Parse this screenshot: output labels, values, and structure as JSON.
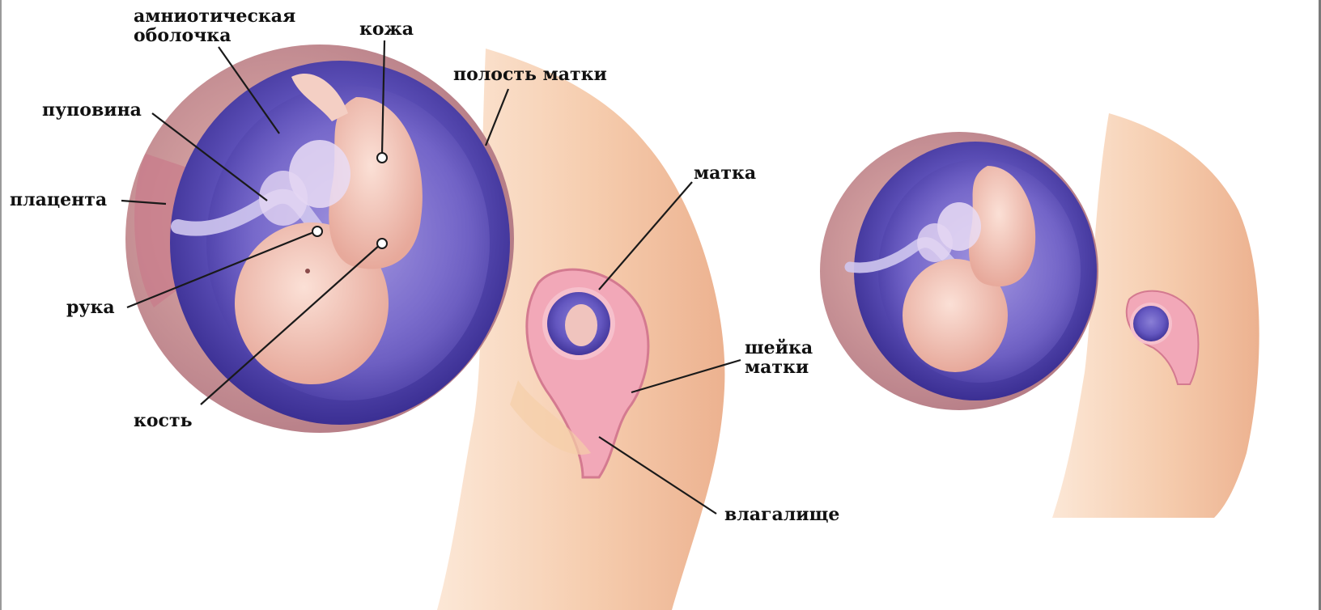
{
  "labels": {
    "amniotic_membrane": "амниотическая\nоболочка",
    "skin": "кожа",
    "uterine_cavity": "полость матки",
    "umbilical_cord": "пуповина",
    "placenta": "плацента",
    "hand": "рука",
    "bone": "кость",
    "uterus": "матка",
    "cervix": "шейка\nматки",
    "vagina": "влагалище"
  },
  "colors": {
    "amniotic_sac": "#5a4fb0",
    "uterus_wall": "#c98a8a",
    "fetus_skin": "#f2c9bd",
    "body_skin": "#f3c49e",
    "leader_line": "#1a1a1a"
  }
}
